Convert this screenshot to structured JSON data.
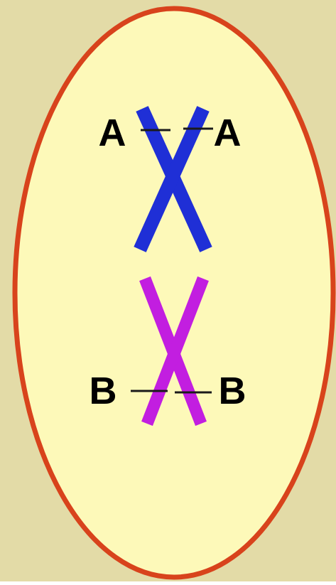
{
  "colors": {
    "background": "#e3dba7",
    "cell_fill": "#fdf9b9",
    "cell_membrane": "#d8431c",
    "chromosome_a": "#1f2fd6",
    "chromosome_b": "#c21ee0",
    "gene_marker": "#1a1a1a",
    "label_text": "#000000"
  },
  "cell": {
    "shape": "ellipse",
    "chromosomes": [
      {
        "id": "a",
        "color_key": "chromosome_a",
        "alleles": [
          {
            "side": "left",
            "label": "A"
          },
          {
            "side": "right",
            "label": "A"
          }
        ]
      },
      {
        "id": "b",
        "color_key": "chromosome_b",
        "alleles": [
          {
            "side": "left",
            "label": "B"
          },
          {
            "side": "right",
            "label": "B"
          }
        ]
      }
    ]
  }
}
